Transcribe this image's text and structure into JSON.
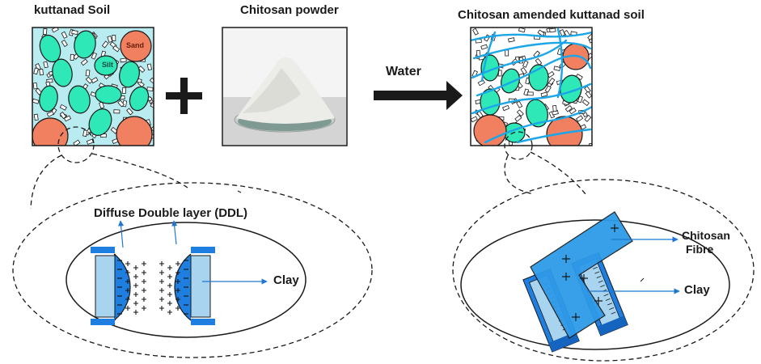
{
  "labels": {
    "kuttanad_soil": "kuttanad Soil",
    "chitosan_powder": "Chitosan powder",
    "amended_soil": "Chitosan amended kuttanad soil",
    "water": "Water",
    "sand": "Sand",
    "silt": "Silt",
    "ddl": "Diffuse Double layer (DDL)",
    "clay_left": "Clay",
    "clay_right": "Clay",
    "chitosan_fibre_line1": "Chitosan",
    "chitosan_fibre_line2": "Fibre"
  },
  "colors": {
    "silt": "#2ee8b8",
    "sand": "#f08060",
    "soil_bg": "#b9ecf0",
    "fibre": "#1aa6e8",
    "ddl_blue": "#1e7fe0",
    "clay_fill": "#a9d4f0",
    "arrow": "#1f77d0",
    "plate_dark": "#1565c0"
  },
  "icons": [
    "plus-icon",
    "right-arrow-icon"
  ]
}
